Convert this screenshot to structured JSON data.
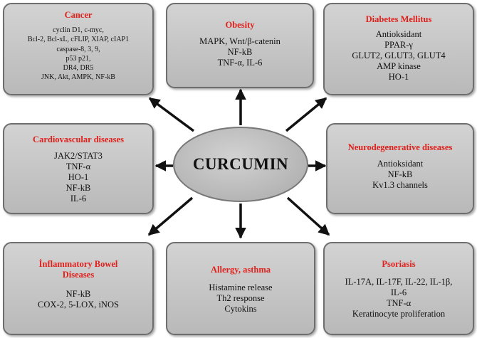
{
  "center": "CURCUMIN",
  "boxes": {
    "cancer": {
      "title": "Cancer",
      "items": [
        "cyclin D1, c-myc,",
        "Bcl-2, Bcl-xL, cFLIP, XIAP, cIAP1",
        "caspase-8, 3, 9,",
        "p53 p21,",
        "DR4, DR5",
        "JNK, Akt, AMPK, NF-kB"
      ]
    },
    "obesity": {
      "title": "Obesity",
      "items": [
        "MAPK, Wnt/β-catenin",
        "NF-kB",
        "TNF-α, IL-6"
      ]
    },
    "diabetes": {
      "title": "Diabetes Mellitus",
      "items": [
        "Antioksidant",
        "PPAR-γ",
        "GLUT2, GLUT3, GLUT4",
        "AMP kinase",
        "HO-1"
      ]
    },
    "cardio": {
      "title": "Cardiovascular diseases",
      "items": [
        "JAK2/STAT3",
        "TNF-α",
        "HO-1",
        "NF-kB",
        "IL-6"
      ]
    },
    "neuro": {
      "title": "Neurodegenerative diseases",
      "items": [
        "Antioksidant",
        "NF-kB",
        "Kv1.3 channels"
      ]
    },
    "ibd": {
      "title": "İnflammatory Bowel Diseases",
      "items": [
        "NF-kB",
        "COX-2, 5-LOX, iNOS"
      ]
    },
    "allergy": {
      "title": "Allergy, asthma",
      "items": [
        "Histamine release",
        "Th2 response",
        "Cytokins"
      ]
    },
    "psoriasis": {
      "title": "Psoriasis",
      "items": [
        "IL-17A, IL-17F, IL-22, IL-1β,",
        "IL-6",
        "TNF-α",
        "Keratinocyte proliferation"
      ]
    }
  }
}
